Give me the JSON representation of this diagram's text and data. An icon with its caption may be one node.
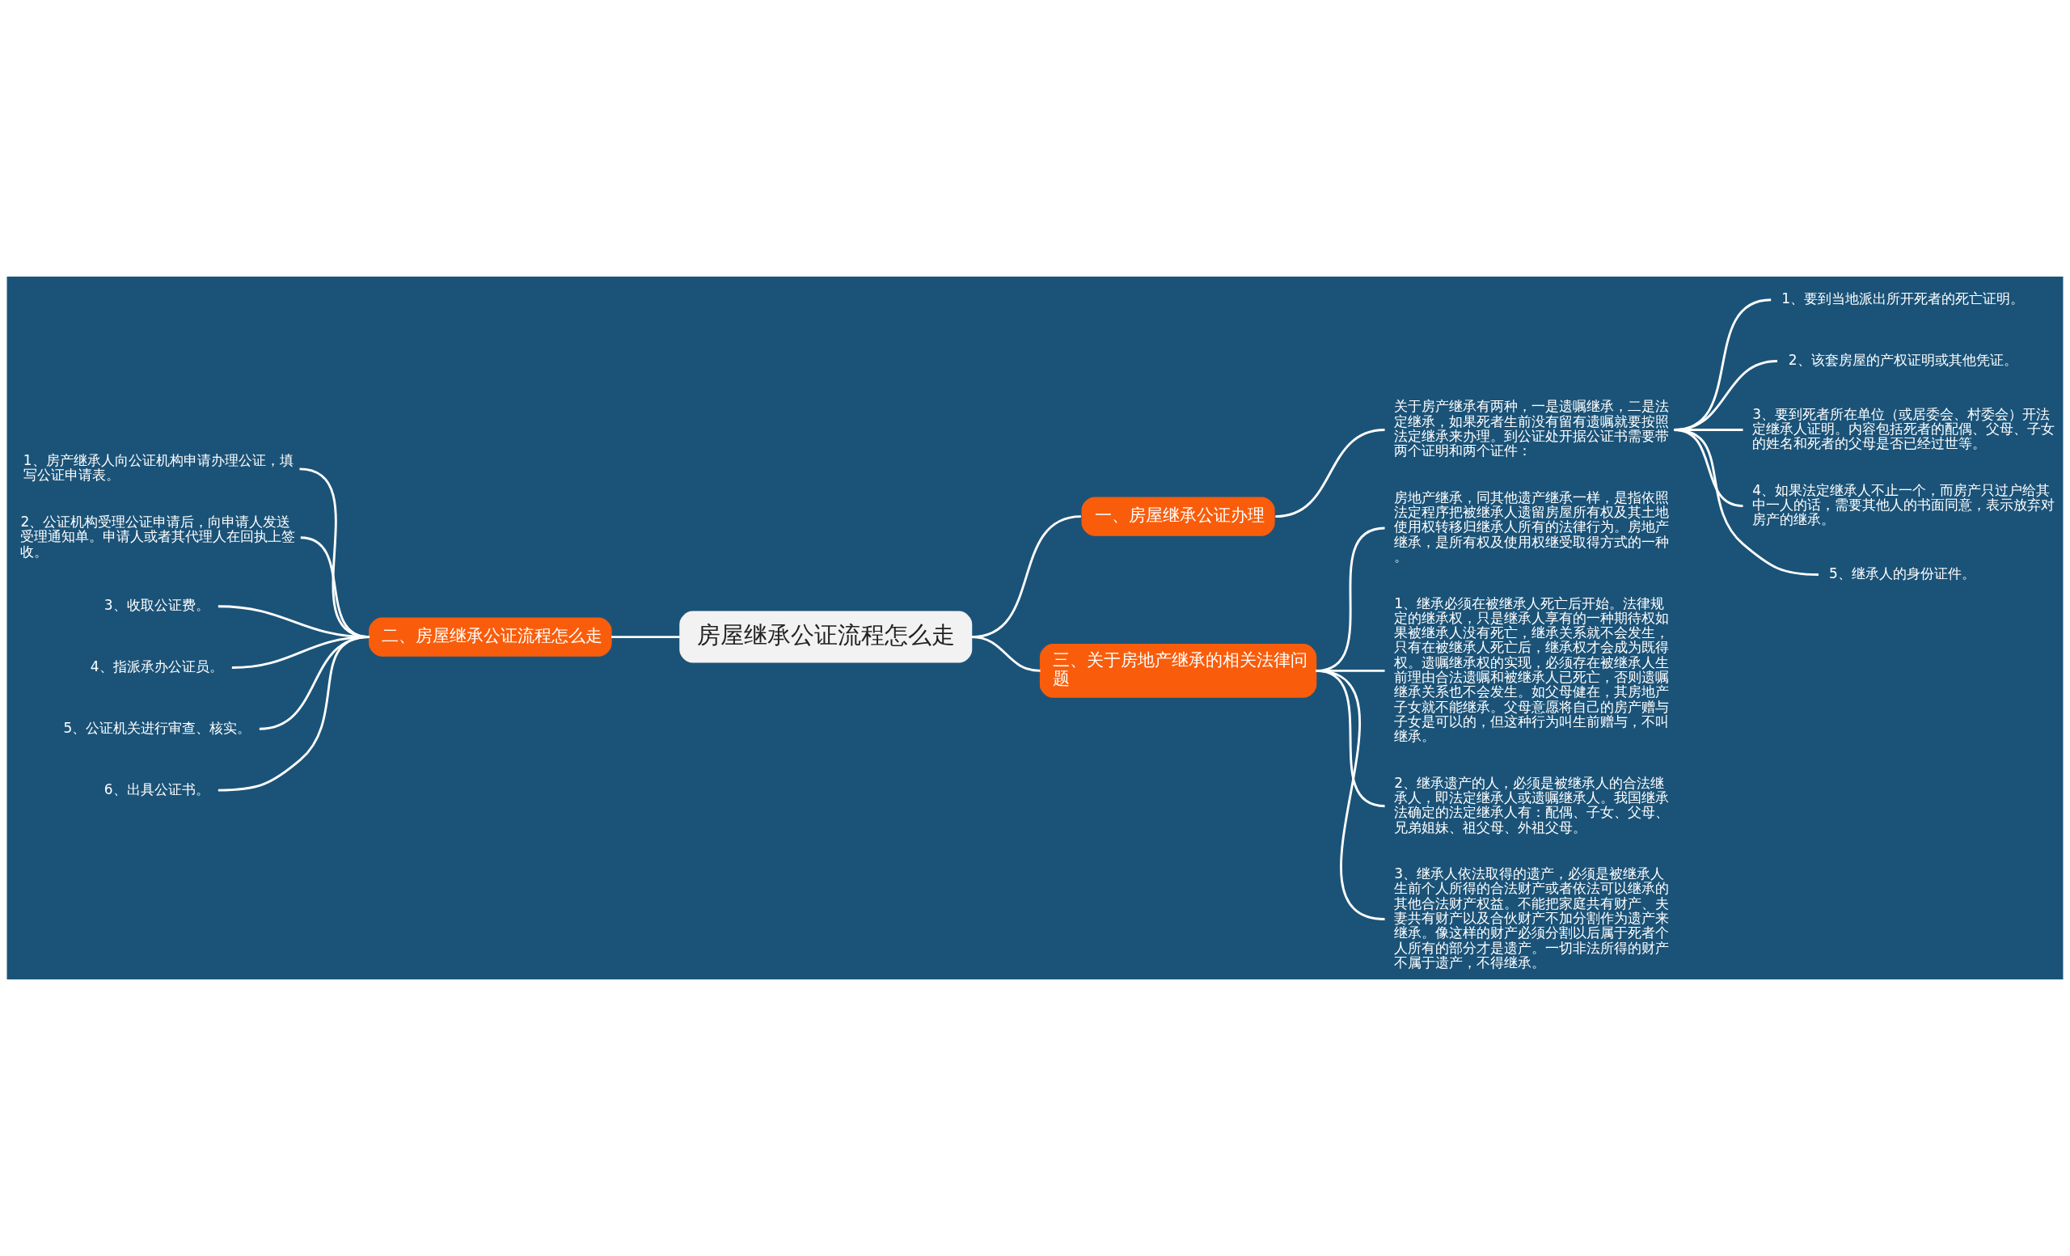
{
  "diagram": {
    "nodes": [
      {
        "text": [
          "房屋继承公证流程怎么走"
        ]
      },
      {
        "text": [
          "一、房屋继承公证办理"
        ]
      },
      {
        "text": [
          "关于房产继承有两种，一是遗嘱继承，二是法定继承，如果死者生前没有留有遗嘱就要按照法定继承来办理。到公证处开据公证书需要带两个证明和两个证件："
        ]
      },
      {
        "text": [
          "1、要到当地派出所开死者的死亡证明。"
        ]
      },
      {
        "text": [
          "2、该套房屋的产权证明或其他凭证。"
        ]
      },
      {
        "text": [
          "3、要到死者所在单位（或居委会、村委会）开法定继承人证明。内容包括死者的配偶、父母、子女的姓名和死者的父母是否已经过世等。"
        ]
      },
      {
        "text": [
          "4、如果法定继承人不止一个，而房产只过户给其中一人的话，需要其他人的书面同意，表示放弃对房产的继承。"
        ]
      },
      {
        "text": [
          "5、继承人的身份证件。"
        ]
      },
      {
        "text": [
          "二、房屋继承公证流程怎么走"
        ]
      },
      {
        "text": [
          "1、房产继承人向公证机构申请办理公证，填写公证申请表。"
        ]
      },
      {
        "text": [
          "2、公证机构受理公证申请后，向申请人发送受理通知单。申请人或者其代理人在回执上签收。"
        ]
      },
      {
        "text": [
          "3、收取公证费。"
        ]
      },
      {
        "text": [
          "4、指派承办公证员。"
        ]
      },
      {
        "text": [
          "5、公证机关进行审查、核实。"
        ]
      },
      {
        "text": [
          "6、出具公证书。"
        ]
      },
      {
        "text": [
          "三、关于房地产继承的相关法律问题"
        ]
      },
      {
        "text": [
          "房地产继承，同其他遗产继承一样，是指依照法定程序把被继承人遗留房屋所有权及其土地使用权转移归继承人所有的法律行为。房地产继承，是所有权及使用权继受取得方式的一种。"
        ]
      },
      {
        "text": [
          "1、继承必须在被继承人死亡后开始。法律规定的继承权，只是继承人享有的一种期待权如果被继承人没有死亡，继承关系就不会发生，只有在被继承人死亡后，继承权才会成为既得权。遗嘱继承权的实现，必须存在被继承人生前理由合法遗嘱和被继承人已死亡，否则遗嘱继承关系也不会发生。如父母健在，其房地产子女就不能继承。父母意愿将自己的房产赠与子女是可以的，但这种行为叫生前赠与，不叫继承。"
        ]
      },
      {
        "text": [
          "2、继承遗产的人，必须是被继承人的合法继承人，即法定继承人或遗嘱继承人。我国继承法确定的法定继承人有：配偶、子女、父母、兄弟姐妹、祖父母、外祖父母。"
        ]
      },
      {
        "text": [
          "3、继承人依法取得的遗产，必须是被继承人生前个人所得的合法财产或者依法可以继承的其他合法财产权益。不能把家庭共有财产、夫妻共有财产以及合伙财产不加分割作为遗产来继承。像这样的财产必须分割以后属于死者个人所有的部分才是遗产。一切非法所得的财产不属于遗产，不得继承。"
        ]
      }
    ],
    "edges": [
      {
        "from": 0,
        "to": 1,
        "arrow": "none"
      },
      {
        "from": 1,
        "to": 2,
        "arrow": "none"
      },
      {
        "from": 2,
        "to": 3,
        "arrow": "none"
      },
      {
        "from": 2,
        "to": 4,
        "arrow": "none"
      },
      {
        "from": 2,
        "to": 5,
        "arrow": "none"
      },
      {
        "from": 2,
        "to": 6,
        "arrow": "none"
      },
      {
        "from": 2,
        "to": 7,
        "arrow": "none"
      },
      {
        "from": 0,
        "to": 8,
        "arrow": "none"
      },
      {
        "from": 8,
        "to": 9,
        "arrow": "none"
      },
      {
        "from": 8,
        "to": 10,
        "arrow": "none"
      },
      {
        "from": 8,
        "to": 11,
        "arrow": "none"
      },
      {
        "from": 8,
        "to": 12,
        "arrow": "none"
      },
      {
        "from": 8,
        "to": 13,
        "arrow": "none"
      },
      {
        "from": 8,
        "to": 14,
        "arrow": "none"
      },
      {
        "from": 0,
        "to": 15,
        "arrow": "none"
      },
      {
        "from": 15,
        "to": 16,
        "arrow": "none"
      },
      {
        "from": 15,
        "to": 17,
        "arrow": "none"
      },
      {
        "from": 15,
        "to": 18,
        "arrow": "none"
      },
      {
        "from": 15,
        "to": 19,
        "arrow": "none"
      }
    ]
  }
}
